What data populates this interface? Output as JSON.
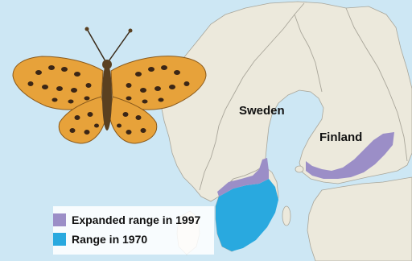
{
  "labels": {
    "country_1": "Sweden",
    "country_2": "Finland"
  },
  "legend": [
    {
      "label": "Expanded range in 1997",
      "color": "#9b8ec7"
    },
    {
      "label": "Range in 1970",
      "color": "#29a9df"
    }
  ],
  "colors": {
    "sea": "#cde7f4",
    "land": "#ece9dc",
    "border": "#a9a69a",
    "butterfly_wing": "#e7a23a",
    "butterfly_spot": "#3b2616"
  },
  "illustration": {
    "subject": "butterfly-icon"
  }
}
